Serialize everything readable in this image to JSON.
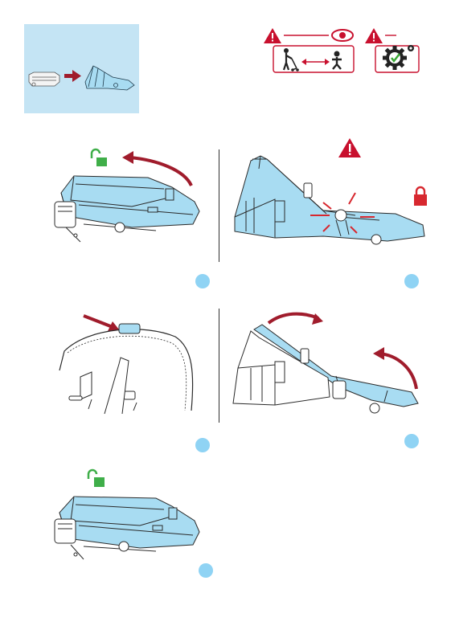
{
  "colors": {
    "overview_bg": "#c4e4f4",
    "product_blue": "#a8dcf2",
    "outline": "#2a2a2a",
    "arrow_red": "#a01c2c",
    "warning_red": "#c8102e",
    "lock_green": "#3fae49",
    "lock_red": "#d7282f",
    "check_green": "#3aa935",
    "step_dot": "#8fd3f4"
  },
  "icons": {
    "overview": "fold-overview-illustration",
    "warning_watch_child": "warning-keep-child-away-icon",
    "warning_check_mechanism": "warning-check-mechanism-gear-icon",
    "unlock": "green-unlocked-padlock-icon",
    "lock": "red-locked-padlock-icon",
    "warning": "warning-triangle-icon"
  },
  "steps": [
    {
      "id": 1,
      "scene": "folded-seat-with-unlock-and-lift-arrow"
    },
    {
      "id": 2,
      "scene": "open-seat-with-locking-hinge-warning"
    },
    {
      "id": 3,
      "scene": "hood-top-with-release-button-arrow"
    },
    {
      "id": 4,
      "scene": "seat-folding-with-two-arrows"
    },
    {
      "id": 5,
      "scene": "folded-seat-unlocked"
    }
  ]
}
